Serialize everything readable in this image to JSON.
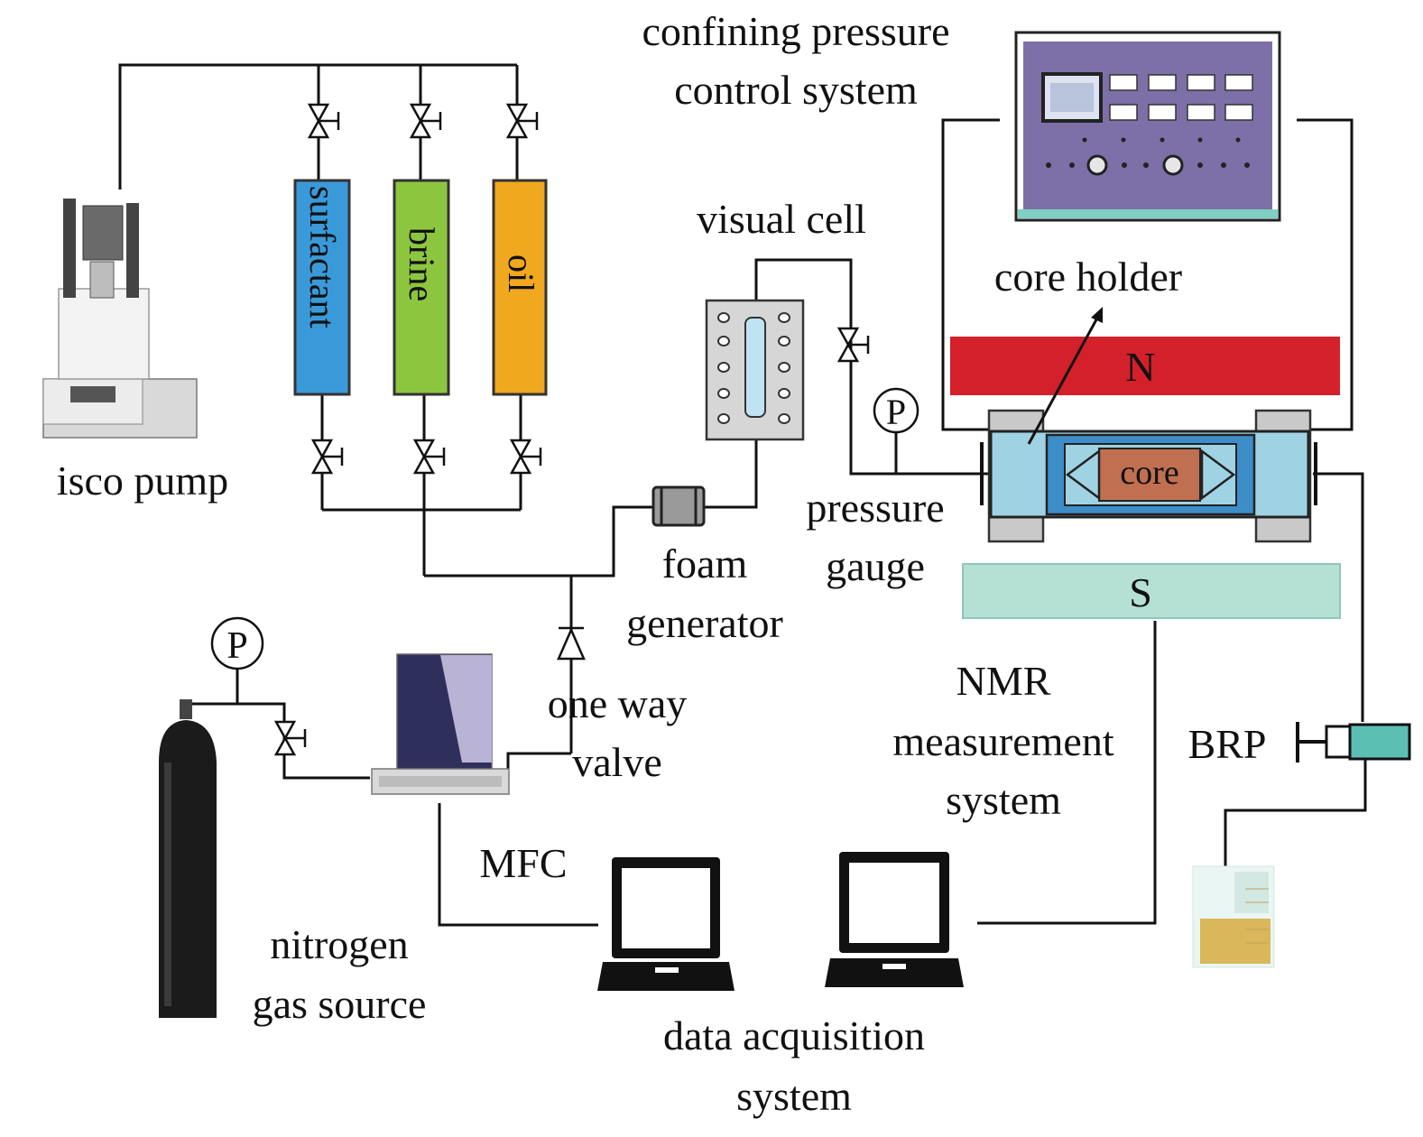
{
  "labels": {
    "confining_line1": "confining pressure",
    "confining_line2": "control system",
    "visual_cell": "visual cell",
    "core_holder": "core holder",
    "isco_pump": "isco pump",
    "surfactant": "surfactant",
    "brine": "brine",
    "oil": "oil",
    "pressure_gauge_line1": "pressure",
    "pressure_gauge_line2": "gauge",
    "foam_line1": "foam",
    "foam_line2": "generator",
    "one_way_line1": "one way",
    "one_way_line2": "valve",
    "nmr_line1": "NMR",
    "nmr_line2": "measurement",
    "nmr_line3": "system",
    "brp": "BRP",
    "mfc": "MFC",
    "nitrogen_line1": "nitrogen",
    "nitrogen_line2": "gas source",
    "daq_line1": "data acquisition",
    "daq_line2": "system",
    "core": "core",
    "magnet_n": "N",
    "magnet_s": "S",
    "gauge_symbol": "P"
  },
  "colors": {
    "surfactant": "#3a9ad9",
    "brine": "#8cc63f",
    "oil": "#f0a81e",
    "magnet_n": "#d4202a",
    "magnet_s": "#b5e0d4",
    "core": "#c07050",
    "holder_body": "#9fd3e3",
    "panel": "#7d6fa8"
  }
}
